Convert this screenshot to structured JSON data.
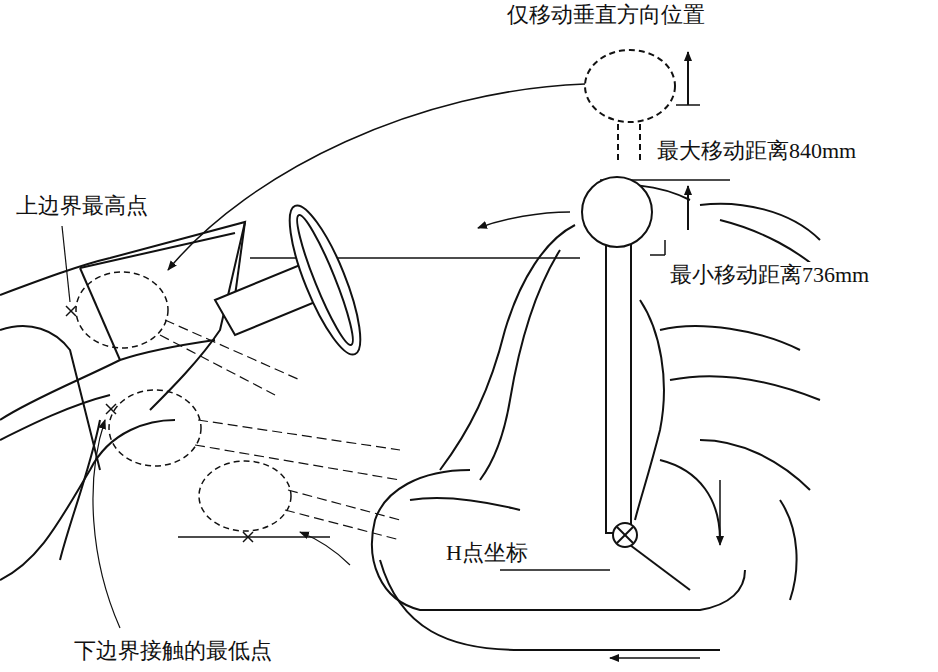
{
  "diagram": {
    "labels": [
      "仅移动垂直方向位置",
      "最大移动距离840mm",
      "上边界最高点",
      "最小移动距离736mm",
      "H点坐标",
      "下边界接触的最低点"
    ]
  }
}
